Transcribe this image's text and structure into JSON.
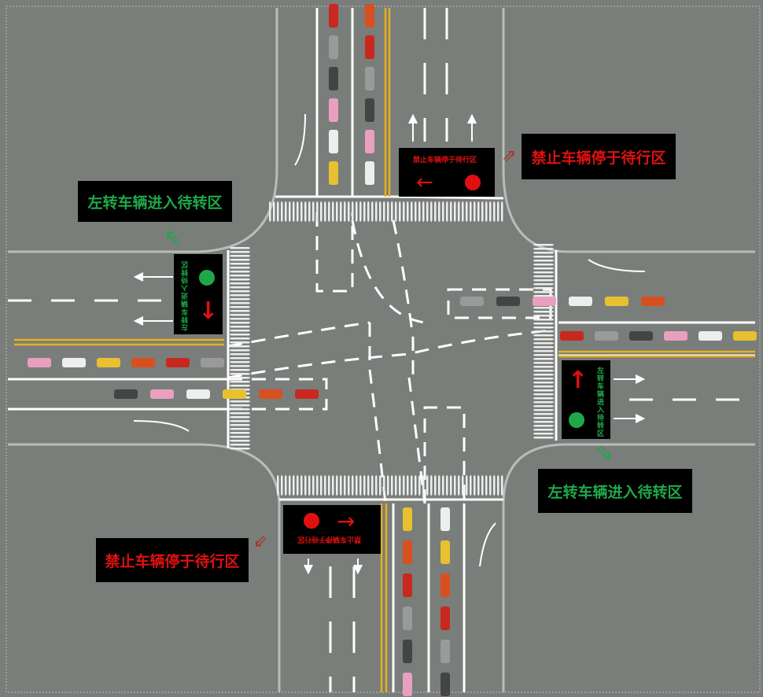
{
  "labels": {
    "no_stop_top": "禁止车辆停于待行区",
    "left_turn_left": "左转车辆进入待转区",
    "left_turn_right": "左转车辆进入待转区",
    "no_stop_bottom": "禁止车辆停于待行区"
  },
  "signs": {
    "north": {
      "text": "禁止车辆停于待行区",
      "light": "red",
      "arrow": "left-arrow"
    },
    "west": {
      "text": "左转车辆进入待转区",
      "light": "green",
      "arrow": "down-arrow"
    },
    "east": {
      "text": "左转车辆进入待转区",
      "light": "green",
      "arrow": "up-arrow"
    },
    "south": {
      "text": "禁止车辆停于待行区",
      "light": "red",
      "arrow": "right-arrow"
    }
  },
  "colors": {
    "red": "#e01010",
    "green": "#1fa84a",
    "road": "#797e7a",
    "yellow_line": "#e8b020"
  }
}
